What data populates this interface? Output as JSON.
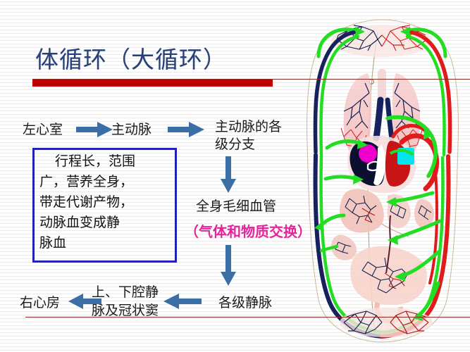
{
  "slide": {
    "title": "体循环（大循环）",
    "title_color": "#28407a",
    "accent_bar_color": "#c00000",
    "rule_color": "#8b2b24",
    "background": "striped-white-gray"
  },
  "flow": {
    "left_ventricle": "左心室",
    "aorta": "主动脉",
    "aorta_branches": "主动脉的各\n级分支",
    "capillaries": "全身毛细血管",
    "exchange": "（气体和物质交换）",
    "exchange_color": "#e5249c",
    "veins": "各级静脉",
    "vena_cava": "上、下腔静\n脉及冠状窦",
    "right_atrium": "右心房"
  },
  "callout_box": {
    "border_color": "#2222b4",
    "text": "行程长，范围\n广，营养全身，\n带走代谢产物，\n动脉血变成静\n脉血"
  },
  "arrows": {
    "color": "#3b6ea5",
    "items": [
      {
        "name": "arrow-lv-to-aorta",
        "direction": "right"
      },
      {
        "name": "arrow-aorta-to-branches",
        "direction": "right"
      },
      {
        "name": "arrow-branches-to-capillaries",
        "direction": "down"
      },
      {
        "name": "arrow-capillaries-to-veins",
        "direction": "down"
      },
      {
        "name": "arrow-veins-to-venacava",
        "direction": "left"
      },
      {
        "name": "arrow-venacava-to-ra",
        "direction": "left"
      }
    ]
  },
  "anatomy": {
    "caption": "systemic-circulation-diagram",
    "arterial_color": "#e01b1b",
    "venous_color": "#16215e",
    "flow_color": "#22dd22",
    "left_ventricle_marker_color": "#00e5ee",
    "right_atrium_marker_color": "#ee00cc",
    "organs": [
      "head-capillaries",
      "lungs",
      "heart",
      "liver",
      "stomach",
      "spleen",
      "intestines",
      "lower-limb-capillaries"
    ]
  }
}
